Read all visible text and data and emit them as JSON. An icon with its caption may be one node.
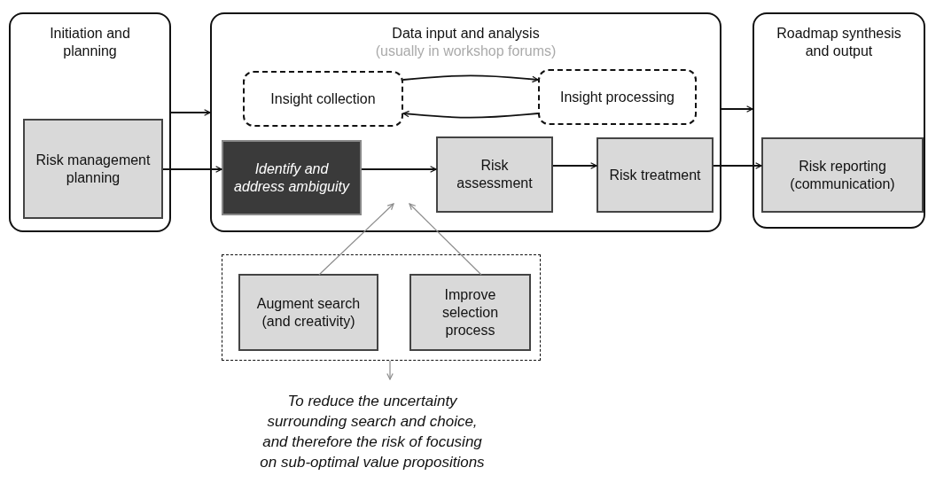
{
  "diagram": {
    "nodes": [
      {
        "text": [
          "Initiation and planning"
        ]
      },
      {
        "text": [
          "Risk management planning"
        ],
        "in": 0
      },
      {
        "text": [
          "Data input and analysis",
          "(usually in workshop forums)"
        ]
      },
      {
        "text": [
          "Insight collection"
        ],
        "in": 2
      },
      {
        "text": [
          "Insight processing"
        ],
        "in": 2
      },
      {
        "text": [
          "Identify and address ambiguity"
        ],
        "in": 2
      },
      {
        "text": [
          "Risk assessment"
        ],
        "in": 2
      },
      {
        "text": [
          "Risk treatment"
        ],
        "in": 2
      },
      {
        "text": [
          "Roadmap synthesis and output"
        ]
      },
      {
        "text": [
          "Risk reporting (communication)"
        ],
        "in": 8
      },
      {
        "text": [],
        "shape": "box"
      },
      {
        "text": [
          "Augment search (and creativity)"
        ],
        "in": 10
      },
      {
        "text": [
          "Improve selection process"
        ],
        "in": 10
      },
      {
        "text": [
          "To reduce the uncertainty surrounding search and choice, and therefore the risk of focusing on sub-optimal value propositions"
        ]
      }
    ],
    "edges": [
      {
        "from": 0,
        "to": 2,
        "arrow": "to"
      },
      {
        "from": 1,
        "to": 5,
        "arrow": "to"
      },
      {
        "from": 3,
        "to": 4,
        "arrow": "to"
      },
      {
        "from": 4,
        "to": 3,
        "arrow": "to"
      },
      {
        "from": 5,
        "to": 6,
        "arrow": "to"
      },
      {
        "from": 6,
        "to": 7,
        "arrow": "to"
      },
      {
        "from": 2,
        "to": 8,
        "arrow": "to"
      },
      {
        "from": 7,
        "to": 9,
        "arrow": "to"
      },
      {
        "from": 11,
        "to": null,
        "arrow": "to",
        "color": "#8c8c8c"
      },
      {
        "from": 12,
        "to": null,
        "arrow": "to",
        "color": "#8c8c8c"
      },
      {
        "from": 10,
        "to": 13,
        "arrow": "to",
        "color": "#8c8c8c"
      }
    ]
  }
}
